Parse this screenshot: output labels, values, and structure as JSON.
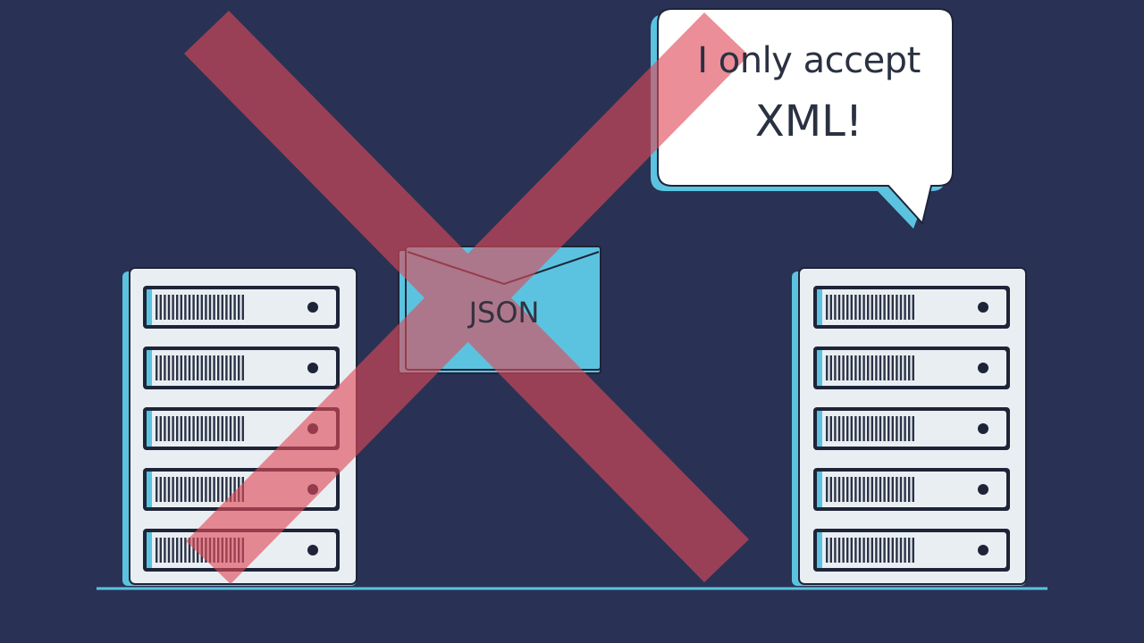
{
  "speech_bubble": {
    "line1": "I only accept",
    "line2": "XML!"
  },
  "envelope": {
    "label": "JSON"
  },
  "servers": {
    "left_unit_count": 5,
    "right_unit_count": 5
  },
  "colors": {
    "background": "#293254",
    "server_body": "#e9eef2",
    "server_accent": "#5bc3e0",
    "cross": "#b23a48",
    "bubble": "#ffffff"
  }
}
